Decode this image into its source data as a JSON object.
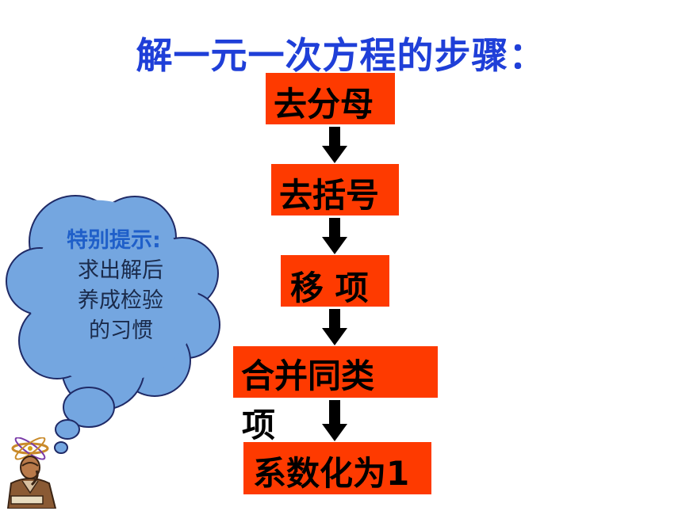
{
  "title": "解一元一次方程的步骤：",
  "steps": [
    {
      "label": "去分母"
    },
    {
      "label": "去括号"
    },
    {
      "label": "移  项"
    },
    {
      "label": "合并同类"
    },
    {
      "label": "系数化为1"
    }
  ],
  "step4_overflow": "项",
  "tip": {
    "title": "特别提示:",
    "line1": "求出解后",
    "line2": "养成检验",
    "line3": "的习惯"
  },
  "colors": {
    "title": "#1f3fd8",
    "step_box": "#fe3a00",
    "cloud_fill": "#74a6e0",
    "cloud_stroke": "#1f2a66",
    "arrow": "#000000"
  },
  "icons": [
    "thinking-man-clipart",
    "down-arrow-icon"
  ]
}
